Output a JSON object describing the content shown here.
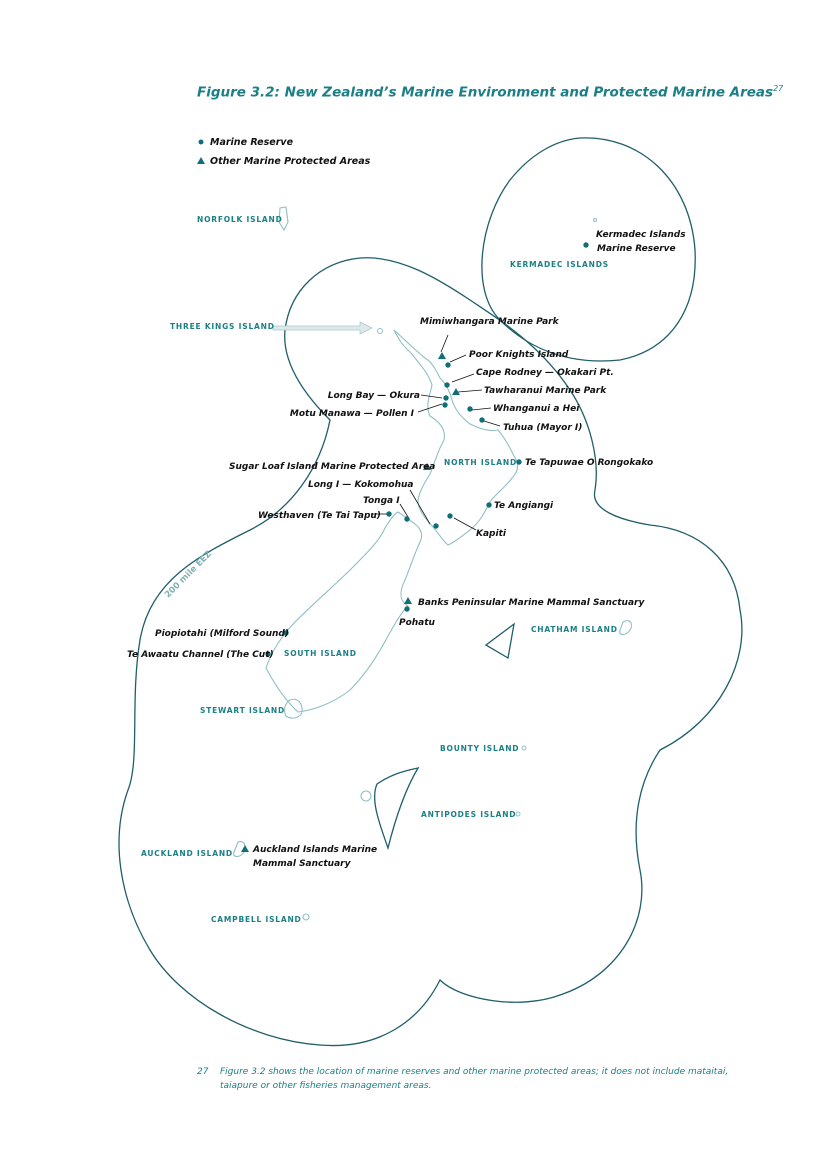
{
  "title": "Figure 3.2: New Zealand’s Marine Environment and Protected Marine Areas",
  "title_sup": "27",
  "colors": {
    "teal": "#1a7f86",
    "marker": "#0f6f76",
    "coast": "#8fbfc3",
    "eez": "#1f5e6b",
    "label": "#111111"
  },
  "legend": {
    "marine_reserve": "Marine Reserve",
    "other_mpa": "Other Marine Protected Areas"
  },
  "regions": {
    "norfolk": "NORFOLK ISLAND",
    "kermadec": "KERMADEC ISLANDS",
    "three_kings": "THREE KINGS ISLAND",
    "north": "NORTH ISLAND",
    "south": "SOUTH ISLAND",
    "stewart": "STEWART ISLAND",
    "chatham": "CHATHAM ISLAND",
    "bounty": "BOUNTY ISLAND",
    "antipodes": "ANTIPODES ISLAND",
    "auckland": "AUCKLAND ISLAND",
    "campbell": "CAMPBELL ISLAND",
    "eez": "200 mile EEZ"
  },
  "sites": {
    "kermadec_1": "Kermadec Islands",
    "kermadec_2": "Marine Reserve",
    "mimiwhangata": "Mimiwhangara Marine Park",
    "poor_knights": "Poor Knights Island",
    "cape_rodney": "Cape Rodney — Okakari Pt.",
    "tawharanui": "Tawharanui Marine Park",
    "long_bay": "Long Bay — Okura",
    "motu_manawa": "Motu Manawa — Pollen I",
    "whanganui": "Whanganui a Hei",
    "tuhua": "Tuhua (Mayor I)",
    "sugar_loaf": "Sugar Loaf Island Marine Protected Area",
    "te_tapuwae": "Te Tapuwae O Rongokako",
    "long_i": "Long I — Kokomohua",
    "tonga": "Tonga I",
    "te_angiangi": "Te Angiangi",
    "westhaven": "Westhaven (Te Tai Tapu)",
    "kapiti": "Kapiti",
    "banks": "Banks Peninsular Marine Mammal Sanctuary",
    "pohatu": "Pohatu",
    "piopiotahi": "Piopiotahi (Milford Sound)",
    "te_awaatu": "Te Awaatu Channel (The Cut)",
    "auckland_1": "Auckland Islands Marine",
    "auckland_2": "Mammal Sanctuary"
  },
  "footnote": {
    "number": "27",
    "text": "Figure 3.2 shows the location of marine reserves and other marine protected areas; it does not include mataitai, taiapure or other fisheries management areas."
  }
}
